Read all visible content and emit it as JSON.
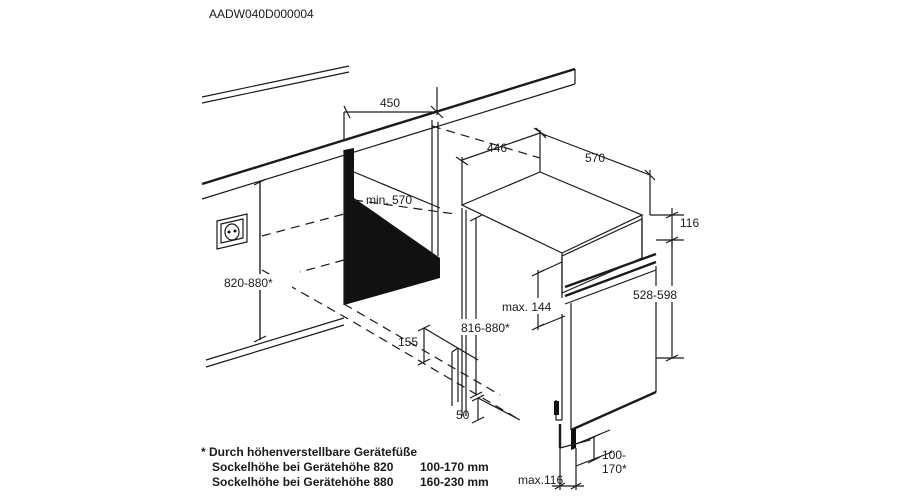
{
  "model_code": "AADW040D000004",
  "dimensions": {
    "cabinet_width": "450",
    "depth_446": "446",
    "width_570": "570",
    "min_depth": "min. 570",
    "niche_height": "820-880*",
    "panel_top": "116",
    "max_144": "max. 144",
    "door_height": "528-598",
    "appliance_height": "816-880*",
    "plinth_depth": "155",
    "plinth_gap": "50",
    "plinth_range": "100-\n170*",
    "plinth_range_line1": "100-",
    "plinth_range_line2": "170*",
    "max_116": "max.116"
  },
  "footnote": {
    "line1": "* Durch höhenverstellbare Gerätefüße",
    "line2_label": "Sockelhöhe bei Gerätehöhe 820",
    "line2_value": "100-170 mm",
    "line3_label": "Sockelhöhe bei Gerätehöhe 880",
    "line3_value": "160-230 mm"
  }
}
